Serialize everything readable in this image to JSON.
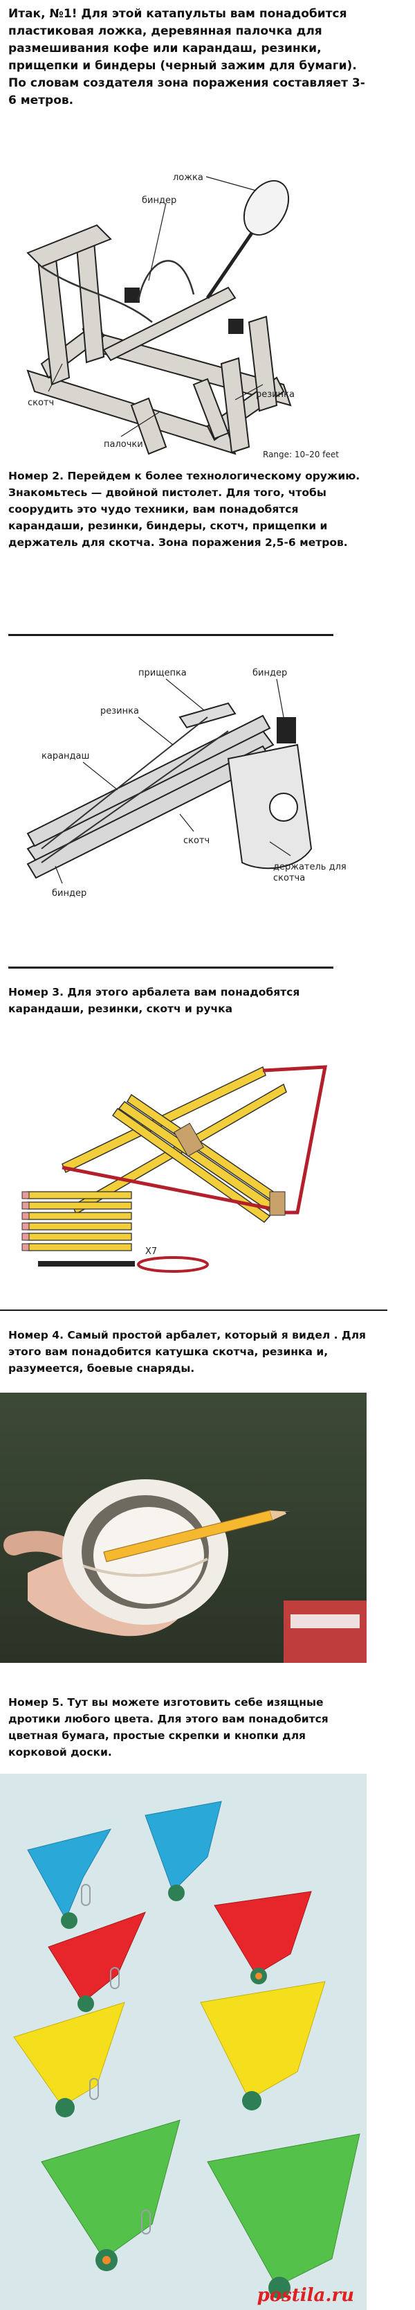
{
  "section1": {
    "text": "Итак, №1! Для этой катапульты вам понадобится пластиковая ложка, деревянная палочка для размешивания кофе или карандаш, резинки, прищепки и биндеры (черный зажим для бумаги). По словам создателя зона поражения составляет 3-6 метров.",
    "labels": {
      "spoon": "ложка",
      "binder": "биндер",
      "tape": "скотч",
      "rubber": "резинка",
      "sticks": "палочки",
      "range": "Range: 10–20 feet"
    }
  },
  "section2": {
    "text": "Номер 2. Перейдем к более технологическому оружию. Знакомьтесь — двойной пистолет. Для того, чтобы соорудить это чудо техники, вам понадобятся карандаши, резинки, биндеры, скотч, прищепки и держатель для скотча. Зона поражения 2,5-6 метров.",
    "labels": {
      "clothespin": "прищепка",
      "binder_top": "биндер",
      "rubber": "резинка",
      "pencil": "карандаш",
      "tape": "скотч",
      "binder_bottom": "биндер",
      "holder": "держатель для\nскотча"
    }
  },
  "section3": {
    "text": "Номер 3. Для этого арбалета вам понадобятся карандаши, резинки, скотч и ручка",
    "labels": {
      "count": "X7"
    }
  },
  "section4": {
    "text": "Номер 4. Самый простой арбалет, который я видел  . Для этого вам понадобится катушка скотча, резинка и, разумеется, боевые снаряды."
  },
  "section5": {
    "text": "Номер 5. Тут вы можете изготовить себе изящные дротики любого цвета. Для этого вам понадобится цветная бумага, простые скрепки и кнопки для корковой доски."
  },
  "watermark": {
    "brand": "postila",
    "tld": ".ru"
  },
  "colors": {
    "rubber_band": "#b3202b",
    "pencil_yellow": "#f2cf3a",
    "dart_blue": "#2aa9d8",
    "dart_yellow": "#f5de1b",
    "dart_green": "#54c24a",
    "dart_red": "#e7262c"
  }
}
